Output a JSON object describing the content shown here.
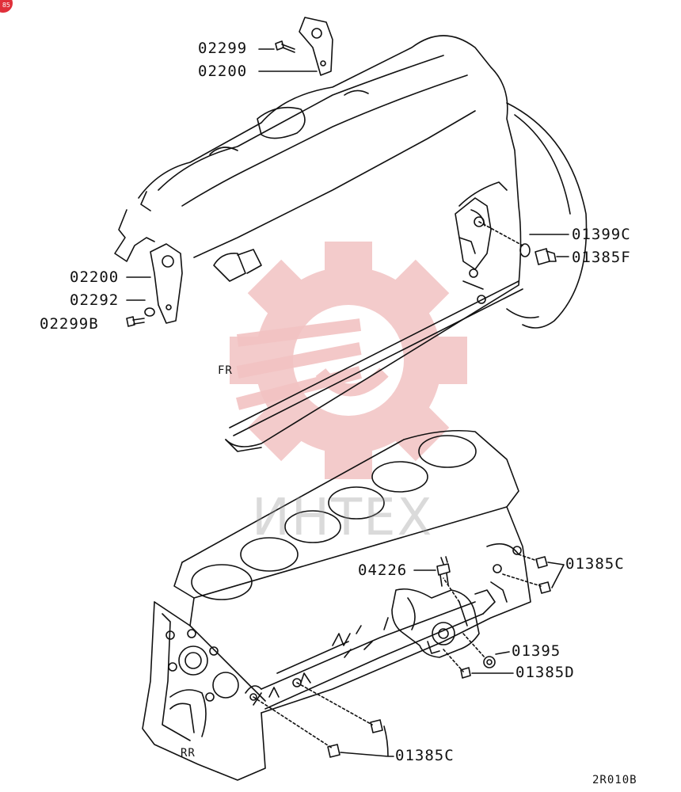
{
  "labels": {
    "l_02299": "02299",
    "l_02200_top": "02200",
    "l_01399C": "01399C",
    "l_01385F": "01385F",
    "l_02200_left": "02200",
    "l_02292": "02292",
    "l_02299B": "02299B",
    "l_FR": "FR",
    "l_04226": "04226",
    "l_01385C_right": "01385C",
    "l_01395": "01395",
    "l_01385D": "01385D",
    "l_01385C_bottom": "01385C",
    "l_RR": "RR",
    "l_code": "2R010B"
  },
  "watermark": {
    "text": "ИНТЕХ",
    "color": "#e8b0b0",
    "text_color": "#9a9a9a"
  },
  "corner_badge": {
    "text": "85",
    "color": "#e0303a"
  },
  "line_color": "#111111"
}
